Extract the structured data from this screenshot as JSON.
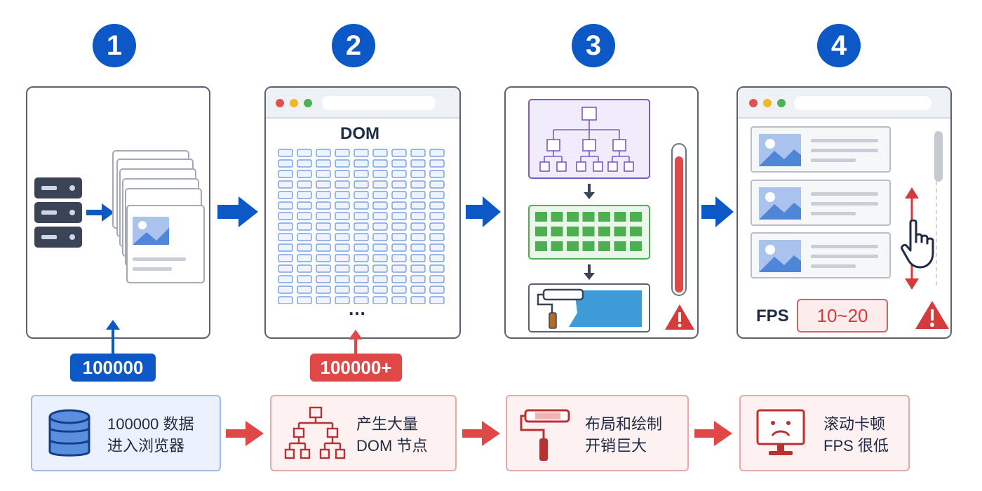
{
  "steps": [
    {
      "number": "1"
    },
    {
      "number": "2"
    },
    {
      "number": "3"
    },
    {
      "number": "4"
    }
  ],
  "step2": {
    "title": "DOM",
    "ellipsis": "…"
  },
  "callouts": {
    "data_count": "100000",
    "node_count": "100000+"
  },
  "step4": {
    "fps_label": "FPS",
    "fps_value": "10~20"
  },
  "bottom": [
    {
      "line1": "100000 数据",
      "line2": "进入浏览器",
      "icon": "database-icon"
    },
    {
      "line1": "产生大量",
      "line2": "DOM 节点",
      "icon": "tree-icon"
    },
    {
      "line1": "布局和绘制",
      "line2": "开销巨大",
      "icon": "paint-roller-icon"
    },
    {
      "line1": "滚动卡顿",
      "line2": "FPS 很低",
      "icon": "sad-monitor-icon"
    }
  ],
  "colors": {
    "blue": "#0b58c6",
    "red": "#e04848",
    "green": "#4caf50",
    "purple": "#7a5cc4"
  }
}
